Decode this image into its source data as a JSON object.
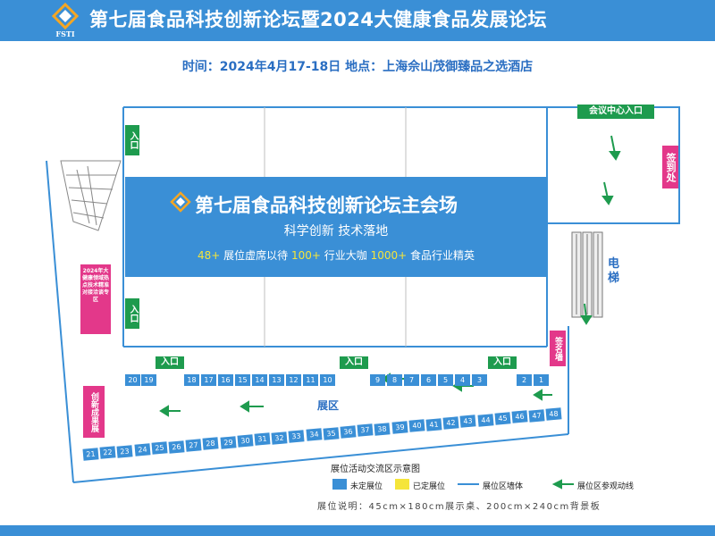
{
  "header": {
    "logo_text": "FSTI",
    "title": "第七届食品科技创新论坛暨2024大健康食品发展论坛"
  },
  "subheader": {
    "text": "时间：2024年4月17-18日   地点：上海佘山茂御臻品之选酒店"
  },
  "main_hall": {
    "title": "第七届食品科技创新论坛主会场",
    "subtitle": "科学创新  技术落地",
    "stats_prefix": "48+",
    "stats_a": " 展位虚席以待 ",
    "stats_mid": "100+",
    "stats_b": " 行业大咖 ",
    "stats_end": "1000+",
    "stats_c": " 食品行业精英"
  },
  "entrances": {
    "left_top": "入口",
    "left_bottom": "入口",
    "bottom_1": "入口",
    "bottom_2": "入口",
    "bottom_3": "入口",
    "conference_center": "会议中心入口"
  },
  "signs": {
    "sign_in": "签到处",
    "signature_wall": "签名墙",
    "elevator": "电梯",
    "innovation": "创新成果展",
    "special_zone": "2024年大健康领域热点技术精准对接洽谈专区"
  },
  "booths_top": [
    "20",
    "19",
    "18",
    "17",
    "16",
    "15",
    "14",
    "13",
    "12",
    "11",
    "10",
    "9",
    "8",
    "7",
    "6",
    "5",
    "4",
    "3",
    "2",
    "1"
  ],
  "booths_bottom": [
    "21",
    "22",
    "23",
    "24",
    "25",
    "26",
    "27",
    "28",
    "29",
    "30",
    "31",
    "32",
    "33",
    "34",
    "35",
    "36",
    "37",
    "38",
    "39",
    "40",
    "41",
    "42",
    "43",
    "44",
    "45",
    "46",
    "47",
    "48"
  ],
  "zone_label": "展区",
  "legend": {
    "title": "展位活动交流区示意图",
    "unbooked": "未定展位",
    "booked": "已定展位",
    "wall": "展位区墙体",
    "route": "展位区参观动线",
    "note": "展位说明：45cm×180cm展示桌、200cm×240cm背景板"
  },
  "colors": {
    "blue": "#3a8fd6",
    "green": "#1e9b4e",
    "pink": "#e3388a",
    "yellow": "#f5e53a"
  }
}
